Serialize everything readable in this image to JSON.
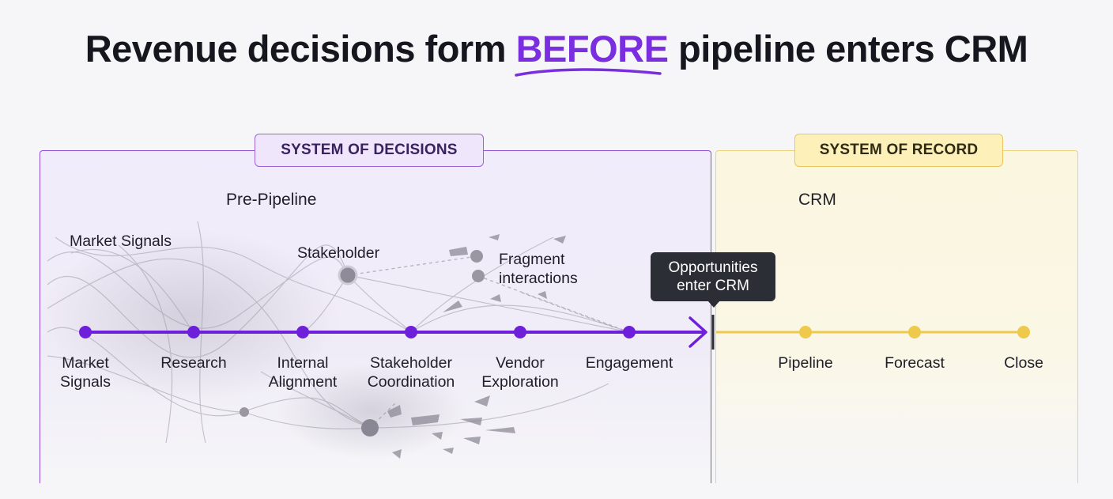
{
  "title": {
    "before": "Revenue decisions form ",
    "highlight": "BEFORE",
    "after": " pipeline enters CRM",
    "highlight_color": "#7a2ee0"
  },
  "decisions": {
    "badge": "SYSTEM OF DECISIONS",
    "section_title": "Pre-Pipeline",
    "color": "#6e1fd9"
  },
  "record": {
    "badge": "SYSTEM OF RECORD",
    "section_title": "CRM",
    "color": "#efc94c"
  },
  "annotations": {
    "market_signals": "Market Signals",
    "stakeholder": "Stakeholder",
    "fragment": "Fragment interactions"
  },
  "tooltip": "Opportunities enter CRM",
  "stages": {
    "market_signals": "Market Signals",
    "research": "Research",
    "internal_alignment": "Internal Alignment",
    "stakeholder_coordination": "Stakeholder Coordination",
    "vendor_exploration": "Vendor Exploration",
    "engagement": "Engagement",
    "pipeline": "Pipeline",
    "forecast": "Forecast",
    "close": "Close"
  }
}
